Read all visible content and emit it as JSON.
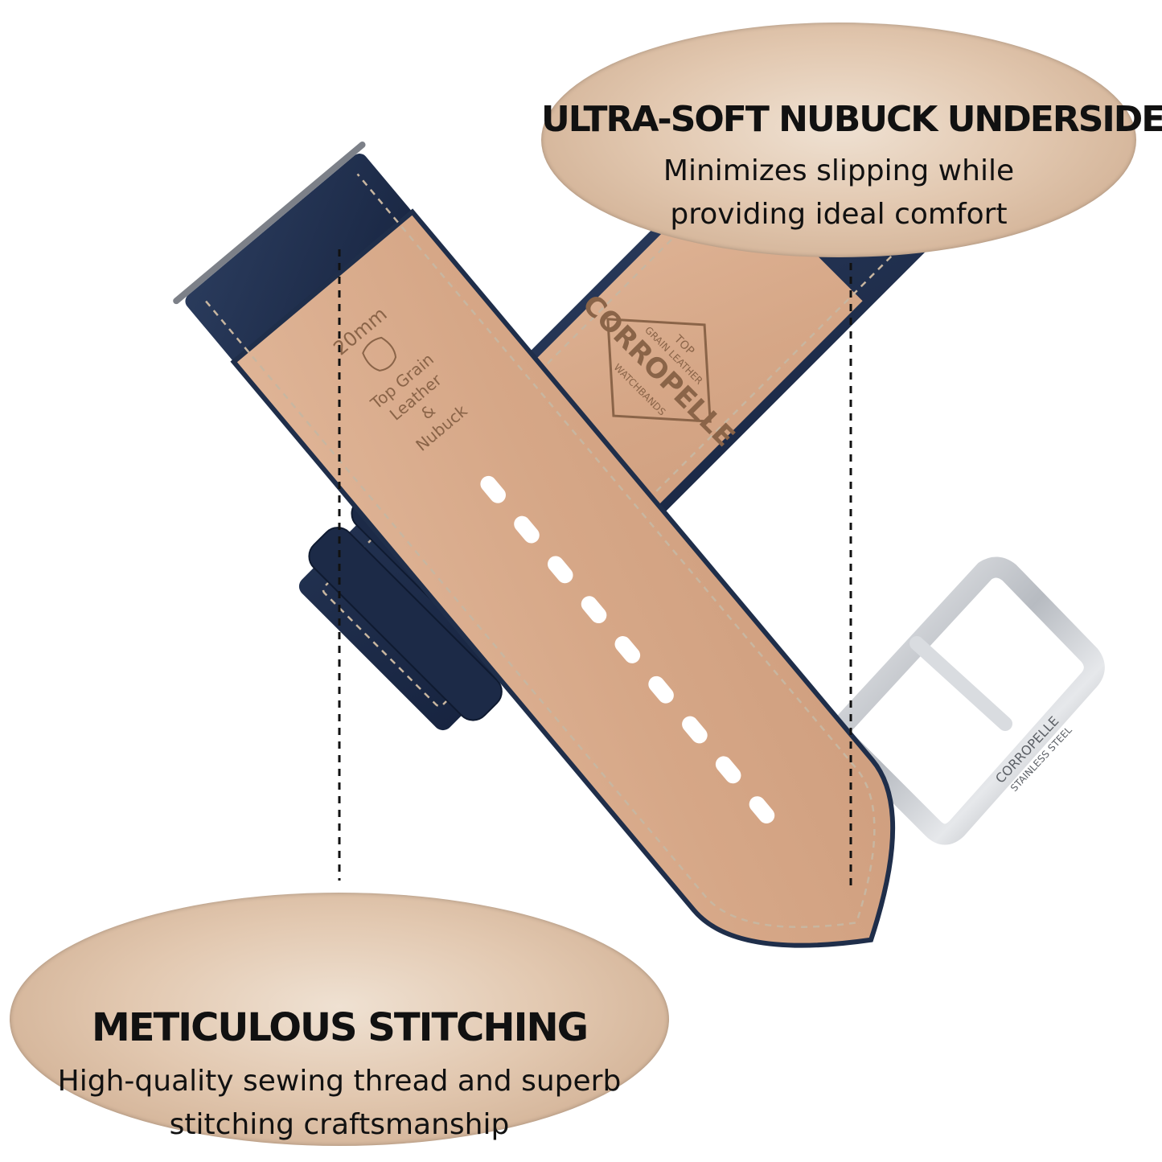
{
  "callouts": {
    "top": {
      "headline": "ULTRA-SOFT NUBUCK UNDERSIDE",
      "body": "Minimizes slipping while providing ideal comfort"
    },
    "bottom": {
      "headline": "METICULOUS STITCHING",
      "body": "High-quality sewing thread and superb stitching craftsmanship"
    }
  },
  "strap_left": {
    "width_stamp": "20mm",
    "material_stamp_line1": "Top Grain",
    "material_stamp_line2": "Leather",
    "material_stamp_line3": "&",
    "material_stamp_line4": "Nubuck"
  },
  "strap_right": {
    "logo_text": "CORROPELLE",
    "logo_sub1": "TOP",
    "logo_sub2": "GRAIN LEATHER",
    "logo_sub3": "WATCHBANDS"
  },
  "buckle": {
    "engraving_line1": "CORROPELLE",
    "engraving_line2": "STAINLESS STEEL"
  },
  "colors": {
    "leather_outer": "#1f2e4a",
    "nubuck": "#d9ab8c",
    "stitching": "#c8b6a0",
    "callout_fill": "#e2c8b0",
    "buckle_steel": "#c9ccd0"
  }
}
